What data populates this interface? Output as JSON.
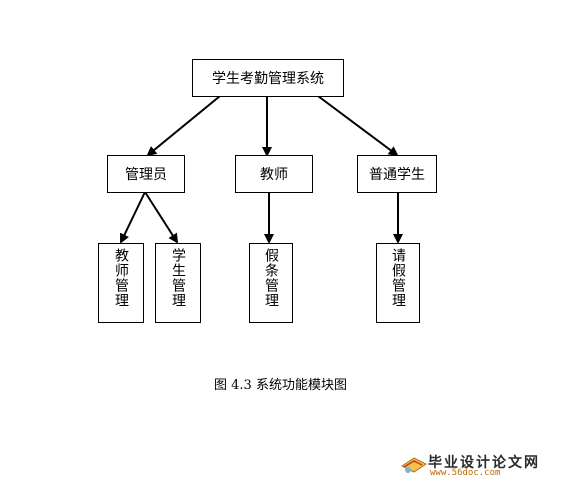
{
  "root": {
    "label": "学生考勤管理系统"
  },
  "level2": {
    "admin": "管理员",
    "teacher": "教师",
    "student": "普通学生"
  },
  "level3": {
    "teacher_mgmt": "教师管理",
    "student_mgmt": "学生管理",
    "leave_mgmt": "假条管理",
    "request_leave": "请假管理"
  },
  "caption": "图 4.3  系统功能模块图",
  "watermark": {
    "title": "毕业设计论文网",
    "url": "www.56doc.com"
  }
}
